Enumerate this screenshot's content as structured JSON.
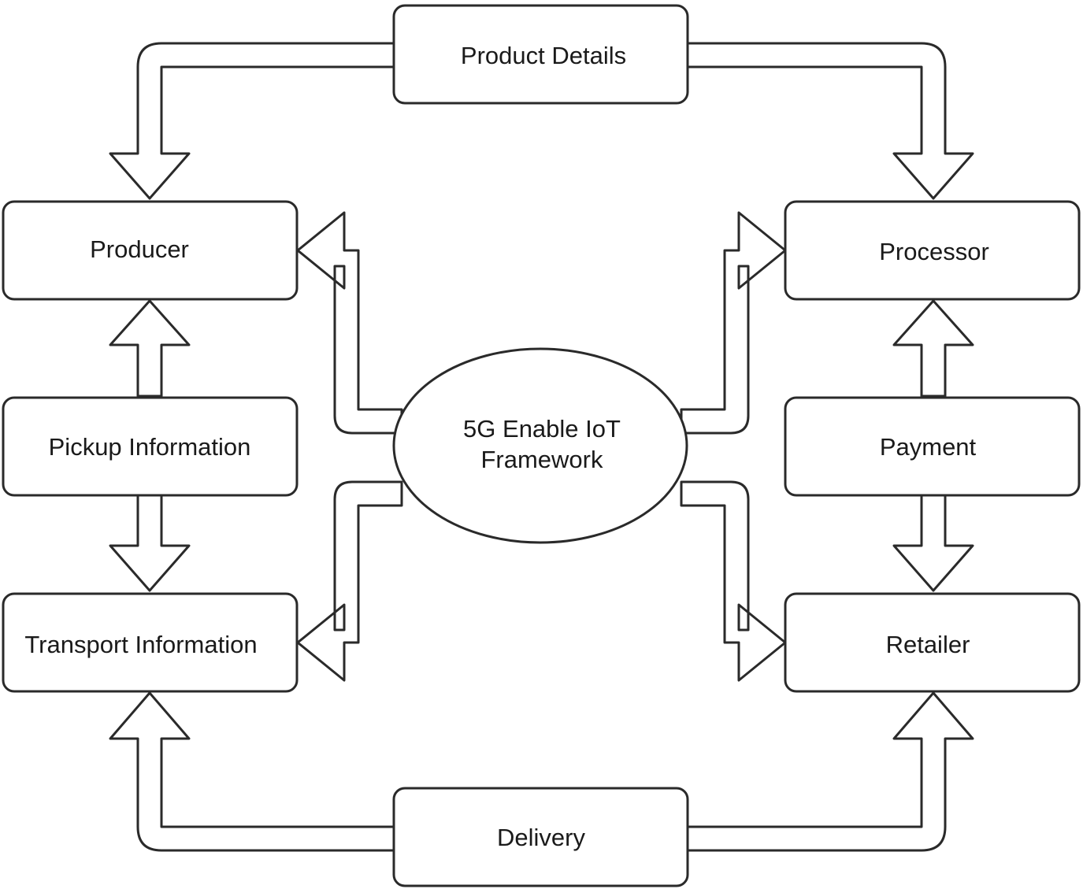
{
  "nodes": {
    "product_details": "Product Details",
    "producer": "Producer",
    "processor": "Processor",
    "pickup_information": "Pickup Information",
    "payment": "Payment",
    "transport_information": "Transport Information",
    "retailer": "Retailer",
    "delivery": "Delivery"
  },
  "hub": {
    "line1": "5G Enable IoT",
    "line2": "Framework"
  },
  "connections": [
    {
      "from": "Product Details",
      "to": "Producer"
    },
    {
      "from": "Product Details",
      "to": "Processor"
    },
    {
      "from": "Pickup Information",
      "to": "Producer"
    },
    {
      "from": "Pickup Information",
      "to": "Transport Information"
    },
    {
      "from": "Payment",
      "to": "Processor"
    },
    {
      "from": "Payment",
      "to": "Retailer"
    },
    {
      "from": "Delivery",
      "to": "Transport Information"
    },
    {
      "from": "Delivery",
      "to": "Retailer"
    },
    {
      "from": "5G Enable IoT Framework",
      "to": "Producer"
    },
    {
      "from": "5G Enable IoT Framework",
      "to": "Processor"
    },
    {
      "from": "5G Enable IoT Framework",
      "to": "Transport Information"
    },
    {
      "from": "5G Enable IoT Framework",
      "to": "Retailer"
    }
  ],
  "colors": {
    "stroke": "#2a2a2a",
    "fill": "#ffffff",
    "text": "#1a1a1a"
  }
}
